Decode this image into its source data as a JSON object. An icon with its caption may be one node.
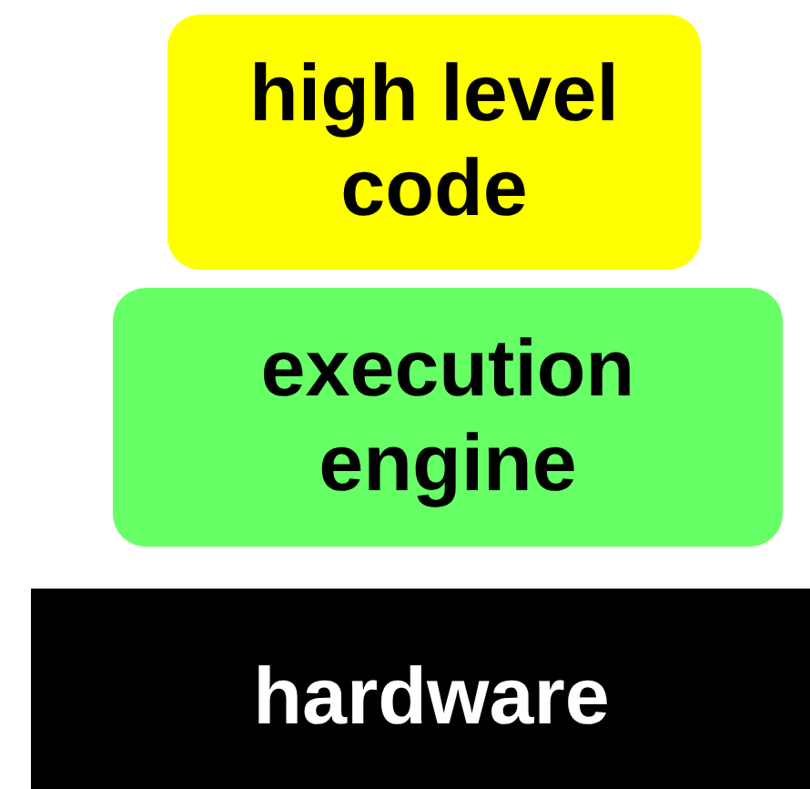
{
  "diagram": {
    "nodes": [
      {
        "text": [
          "high level code"
        ]
      },
      {
        "text": [
          "execution engine"
        ]
      },
      {
        "text": [
          "hardware"
        ]
      }
    ]
  }
}
